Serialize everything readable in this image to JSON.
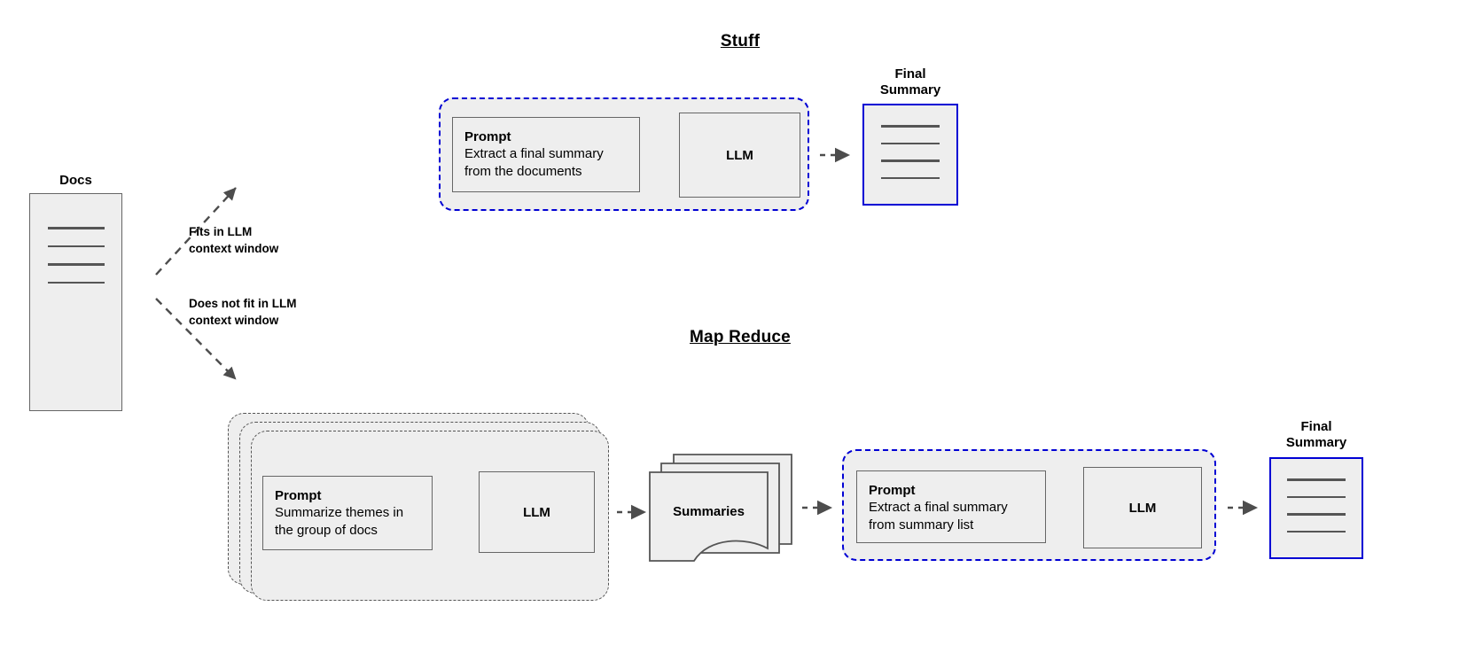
{
  "diagram": {
    "title_stuff": "Stuff",
    "title_map_reduce": "Map Reduce"
  },
  "source": {
    "docs_label": "Docs",
    "doc_line_count": 4
  },
  "branches": [
    {
      "label_line1": "Fits in LLM",
      "label_line2": "context window",
      "direction": "up"
    },
    {
      "label_line1": "Does not fit in LLM",
      "label_line2": "context window",
      "direction": "down"
    }
  ],
  "stuff_chain": {
    "prompt": {
      "title": "Prompt",
      "line1": "Extract a final summary",
      "line2": "from the documents"
    },
    "llm_label": "LLM",
    "final_summary": {
      "caption_line1": "Final",
      "caption_line2": "Summary",
      "line_count": 4
    }
  },
  "map_reduce_chain": {
    "map_group": {
      "stack_count": 3,
      "prompt": {
        "title": "Prompt",
        "line1": "Summarize themes in",
        "line2": "the group of docs"
      },
      "llm_label": "LLM"
    },
    "summaries": {
      "label": "Summaries",
      "stack_count": 3
    },
    "reduce_group": {
      "prompt": {
        "title": "Prompt",
        "line1": "Extract a final summary",
        "line2": "from summary list"
      },
      "llm_label": "LLM"
    },
    "final_summary": {
      "caption_line1": "Final",
      "caption_line2": "Summary",
      "line_count": 4
    }
  },
  "colors": {
    "group_border": "#0000d4",
    "box_border": "#666666",
    "box_fill": "#eeeeee",
    "arrow": "#4d4d4d",
    "text": "#000000"
  },
  "icons": {
    "arrow": "dashed-arrow-icon",
    "branch_arrow": "dashed-branch-arrow-icon"
  }
}
